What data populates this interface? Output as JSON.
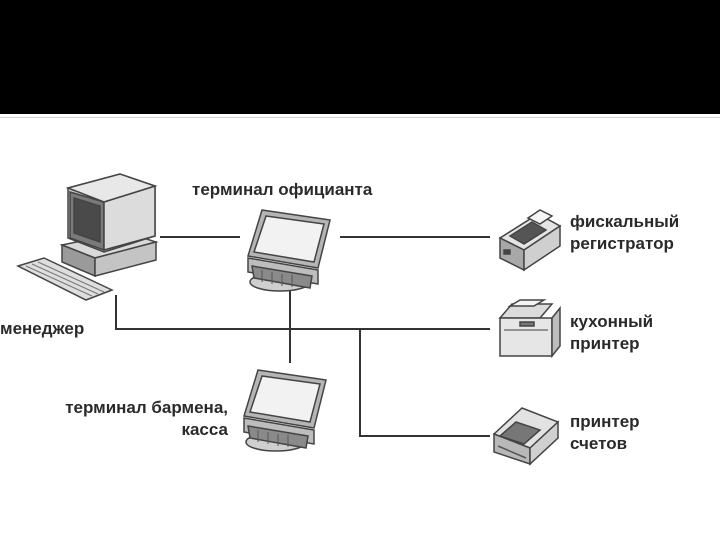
{
  "diagram": {
    "labels": {
      "manager": "менеджер",
      "waiter_terminal": "терминал официанта",
      "bartender_terminal_line1": "терминал бармена,",
      "bartender_terminal_line2": "касса",
      "fiscal_line1": "фискальный",
      "fiscal_line2": "регистратор",
      "kitchen_line1": "кухонный",
      "kitchen_line2": "принтер",
      "bill_line1": "принтер",
      "bill_line2": "счетов"
    },
    "colors": {
      "header": "#000000",
      "line": "#333333",
      "device_fill": "#e6e6e6",
      "device_dark": "#555555",
      "text": "#2a2a2a"
    },
    "icons": [
      "desktop-computer-icon",
      "touch-terminal-icon",
      "fiscal-register-icon",
      "kitchen-printer-icon",
      "receipt-printer-icon"
    ]
  }
}
